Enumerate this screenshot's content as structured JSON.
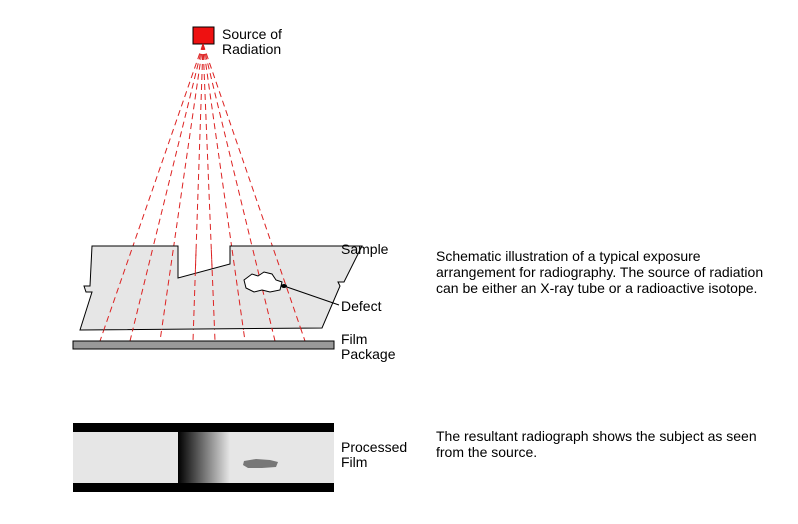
{
  "labels": {
    "source_line1": "Source of",
    "source_line2": "Radiation",
    "sample": "Sample",
    "defect": "Defect",
    "film_line1": "Film",
    "film_line2": "Package",
    "processed_line1": "Processed",
    "processed_line2": "Film"
  },
  "descriptions": {
    "exposure": "Schematic illustration of a typical exposure arrangement for radiography.  The source of radiation can be either an X-ray tube or a radioactive isotope.",
    "radiograph": "The resultant radiograph shows the subject as seen from the source."
  },
  "colors": {
    "source": "#ee1111",
    "beam": "#dd2222",
    "sample_fill": "#e6e6e6",
    "film_package": "#999999",
    "film_dark": "#000000",
    "defect_shadow": "#777777"
  }
}
